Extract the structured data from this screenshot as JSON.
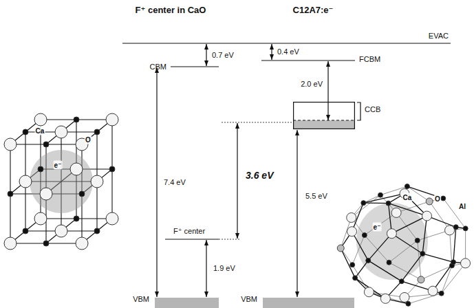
{
  "diagram": {
    "nodes": [
      {
        "text": [
          "CCB"
        ]
      },
      {
        "text": [
          "VBM"
        ]
      },
      {
        "text": [
          "VBM"
        ]
      }
    ],
    "edges": [
      {
        "from": 0,
        "to": 2,
        "arrow": "both",
        "label": "5.5 eV"
      }
    ],
    "labels": [
      "F⁺ center in CaO",
      "C12A7:e⁻",
      "EVAC",
      "0.7 eV",
      "0.4 eV",
      "CBM",
      "FCBM",
      "2.0 eV",
      "7.4 eV",
      "3.6 eV",
      "F⁺ center",
      "1.9 eV",
      "Ca",
      "O",
      "e⁻",
      "Ca",
      "O",
      "Al",
      "e⁻"
    ]
  }
}
